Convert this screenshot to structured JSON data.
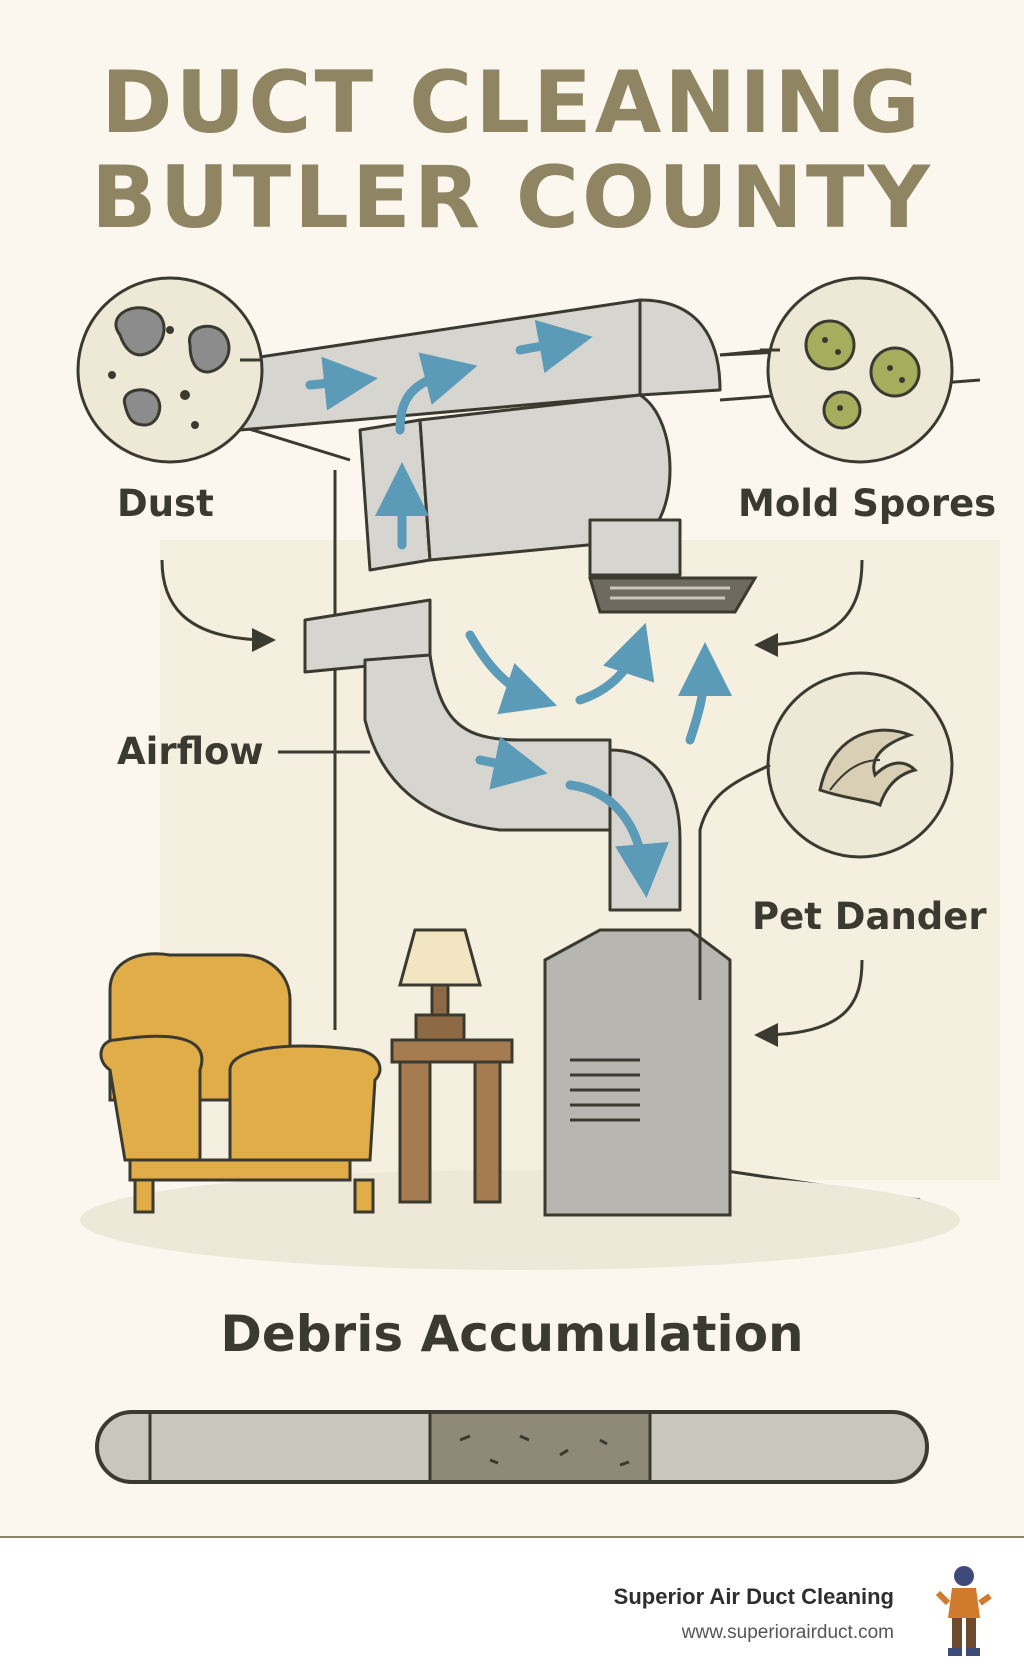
{
  "title": {
    "line1": "DUCT CLEANING",
    "line2": "BUTLER COUNTY"
  },
  "labels": {
    "dust": "Dust",
    "mold": "Mold Spores",
    "airflow": "Airflow",
    "pet_dander": "Pet Dander",
    "debris": "Debris Accumulation"
  },
  "footer": {
    "brand_name": "Superior Air Duct Cleaning",
    "brand_url": "www.superiorairduct.com"
  },
  "icons": [
    "dust-icon",
    "mold-spores-icon",
    "pet-dander-icon",
    "arrow-icon",
    "armchair-icon",
    "lamp-icon",
    "furnace-icon",
    "vent-grille-icon",
    "mascot-logo-icon"
  ],
  "colors": {
    "title": "#8f8562",
    "duct": "#d7d5d0",
    "airflow_arrow": "#5b9bb7",
    "chair": "#e0ad48",
    "mold": "#a6ad5c",
    "background": "#fbf7ee"
  }
}
